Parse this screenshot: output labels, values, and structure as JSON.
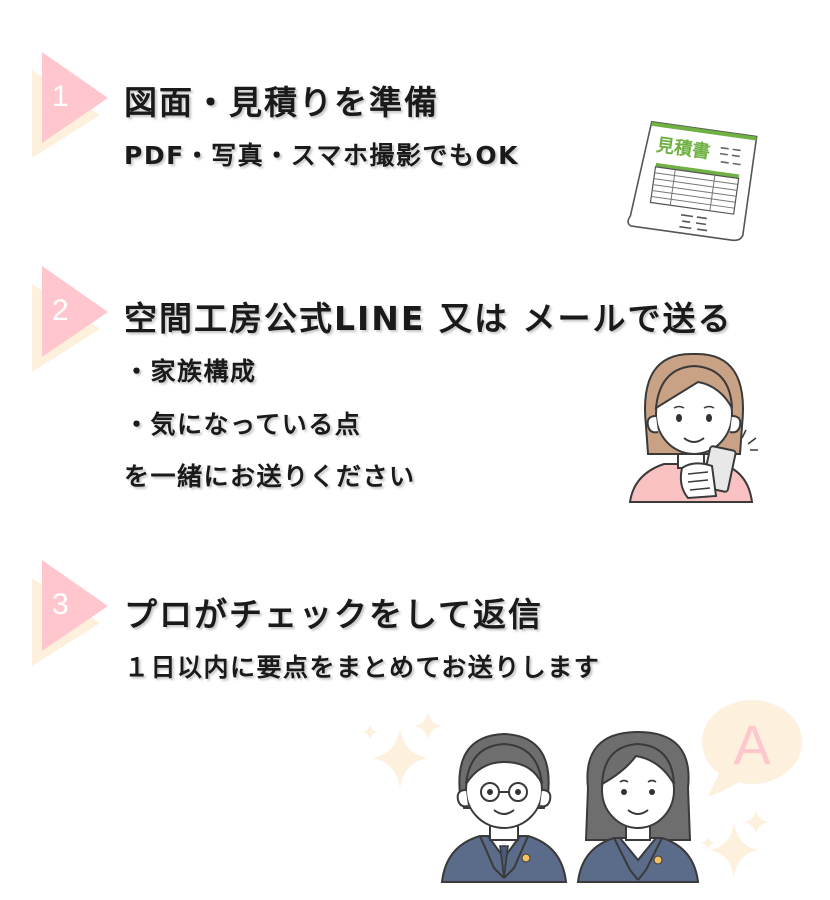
{
  "colors": {
    "triangle_pink": "#ffc7cd",
    "triangle_cream": "#fdf1de",
    "text": "#1a1a1a",
    "doc_green": "#6fb142",
    "suit_navy": "#5b6b8a",
    "hair_gray": "#6e6e6e",
    "hair_brown": "#c9a286",
    "bubble_cream": "#fdf1de",
    "bubble_letter_pink": "#ffc7cd",
    "sparkle_cream": "#fdf1de"
  },
  "steps": [
    {
      "number": "1",
      "title": "図面・見積りを準備",
      "lines": [
        "PDF・写真・スマホ撮影でもOK"
      ],
      "illustration": "estimate-document-icon",
      "illustration_text": "見積書"
    },
    {
      "number": "2",
      "title": "空間工房公式LINE 又は メールで送る",
      "lines": [
        "・家族構成",
        "・気になっている点",
        "を一緒にお送りください"
      ],
      "illustration": "woman-with-smartphone-icon"
    },
    {
      "number": "3",
      "title": "プロがチェックをして返信",
      "lines": [
        "１日以内に要点をまとめてお送りします"
      ],
      "illustration": "professionals-icon",
      "bubble_letter": "A"
    }
  ]
}
